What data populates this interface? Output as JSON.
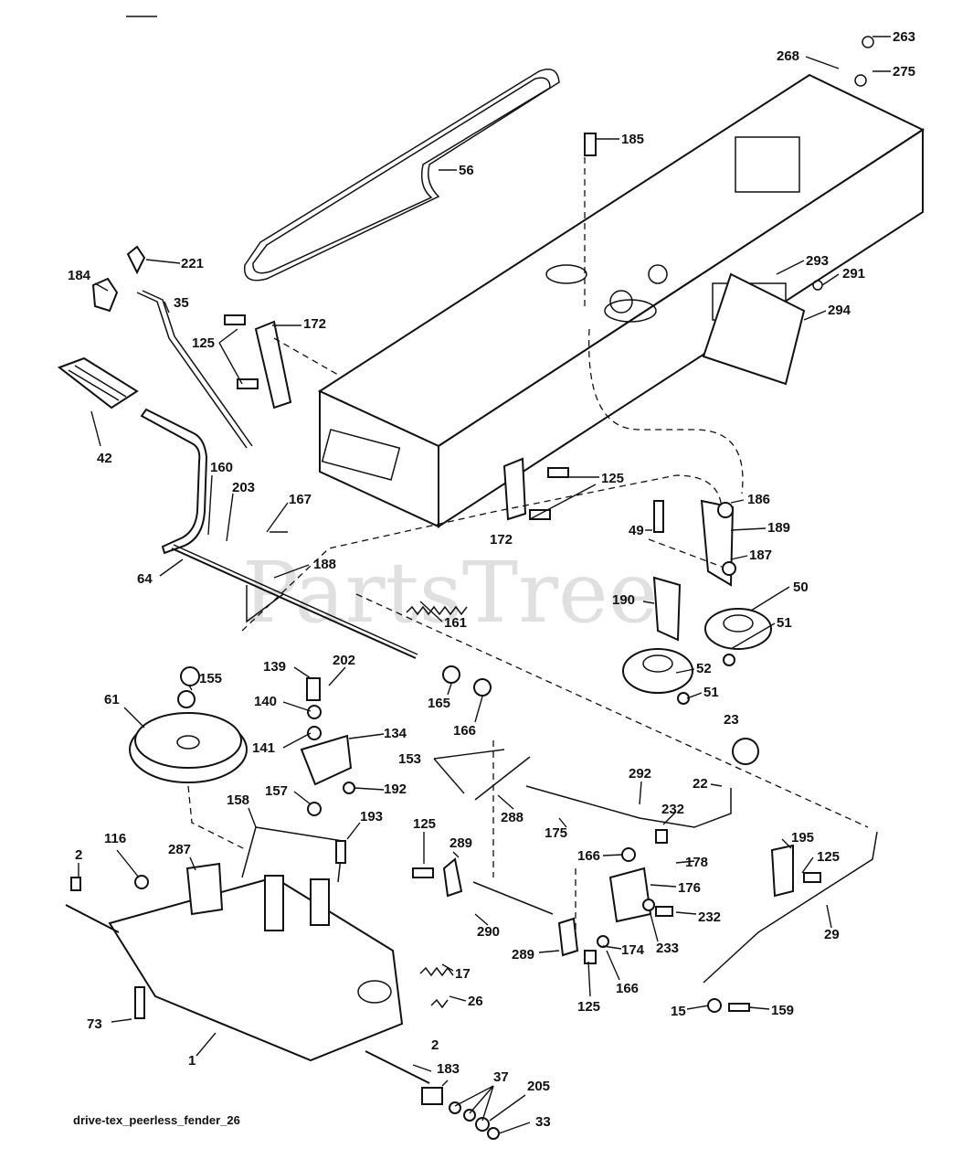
{
  "watermark": "PartsTree",
  "caption": "drive-tex_peerless_fender_26",
  "labels": [
    "263",
    "268",
    "275",
    "185",
    "56",
    "221",
    "184",
    "35",
    "172",
    "125",
    "293",
    "291",
    "294",
    "42",
    "160",
    "203",
    "167",
    "64",
    "188",
    "161",
    "125",
    "172",
    "186",
    "49",
    "189",
    "187",
    "190",
    "50",
    "51",
    "52",
    "51",
    "139",
    "202",
    "155",
    "140",
    "141",
    "134",
    "61",
    "165",
    "166",
    "23",
    "153",
    "192",
    "157",
    "292",
    "22",
    "288",
    "232",
    "158",
    "193",
    "175",
    "125",
    "289",
    "195",
    "166",
    "178",
    "125",
    "116",
    "2",
    "287",
    "176",
    "29",
    "290",
    "232",
    "233",
    "174",
    "17",
    "289",
    "166",
    "125",
    "73",
    "26",
    "15",
    "159",
    "1",
    "2",
    "183",
    "37",
    "205",
    "33"
  ]
}
